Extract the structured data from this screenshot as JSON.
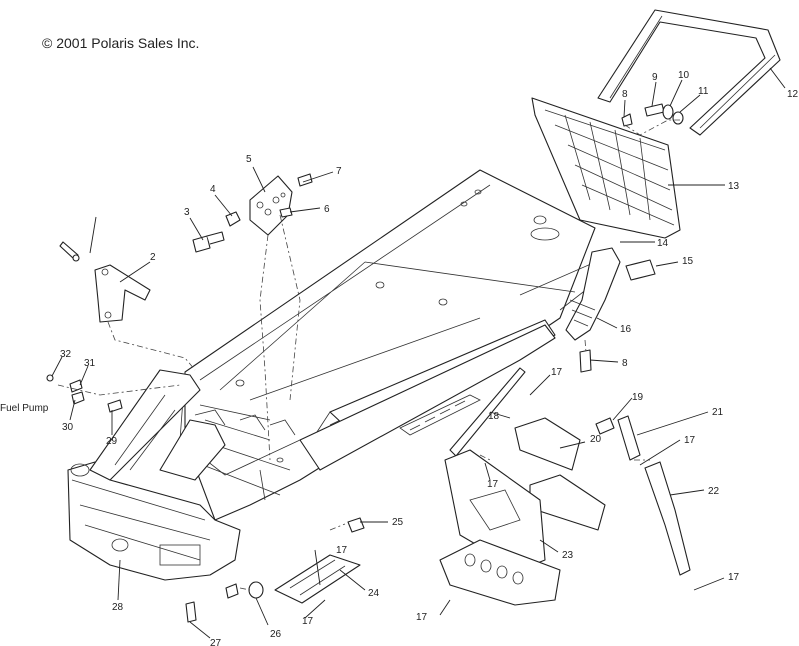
{
  "copyright": "© 2001 Polaris Sales Inc.",
  "callouts": {
    "c2": "2",
    "c3": "3",
    "c4": "4",
    "c5": "5",
    "c6": "6",
    "c7": "7",
    "c8a": "8",
    "c8b": "8",
    "c9": "9",
    "c10": "10",
    "c11": "11",
    "c12": "12",
    "c13": "13",
    "c14": "14",
    "c15": "15",
    "c16": "16",
    "c17a": "17",
    "c17b": "17",
    "c17c": "17",
    "c17d": "17",
    "c17e": "17",
    "c17f": "17",
    "c17g": "17",
    "c18": "18",
    "c19": "19",
    "c20": "20",
    "c21": "21",
    "c22": "22",
    "c23": "23",
    "c24": "24",
    "c25": "25",
    "c26": "26",
    "c27": "27",
    "c28": "28",
    "c29": "29",
    "c30": "30",
    "c31": "31",
    "c32": "32"
  },
  "fuel_pump_label": "Fuel Pump"
}
